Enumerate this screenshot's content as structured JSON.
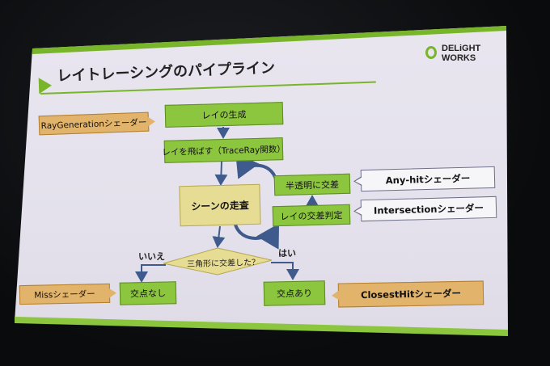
{
  "slide": {
    "title": "レイトレーシングのパイプライン",
    "logo": {
      "line1": "DELiGHT",
      "line2": "WORKS"
    }
  },
  "flow": {
    "ray_generation": "レイの生成",
    "trace_ray": "レイを飛ばす（TraceRay関数）",
    "scene_traversal": "シーンの走査",
    "semi_transparent": "半透明に交差",
    "intersection_test": "レイの交差判定",
    "decision": "三角形に交差した？",
    "no_hit": "交点なし",
    "hit": "交点あり",
    "label_no": "いいえ",
    "label_yes": "はい"
  },
  "shaders": {
    "ray_generation": "RayGenerationシェーダー",
    "any_hit": "Any-hitシェーダー",
    "intersection": "Intersectionシェーダー",
    "miss": "Missシェーダー",
    "closest_hit": "ClosestHitシェーダー"
  }
}
